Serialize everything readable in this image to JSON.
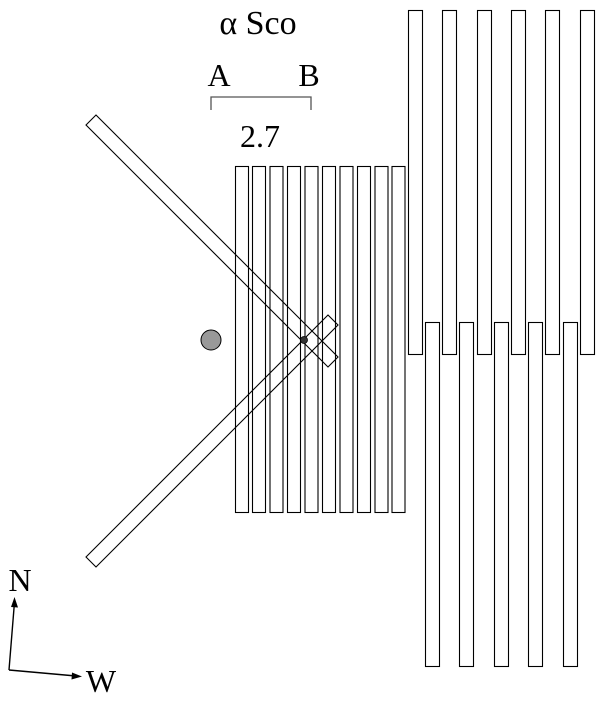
{
  "diagram": {
    "title": "α Sco",
    "components": {
      "a": "A",
      "b": "B"
    },
    "separation_label": "2.7",
    "compass": {
      "north": "N",
      "west": "W"
    }
  },
  "colors": {
    "stroke": "#000000",
    "background": "#ffffff",
    "marker_fill": "#999999",
    "center_dot": "#333333"
  }
}
